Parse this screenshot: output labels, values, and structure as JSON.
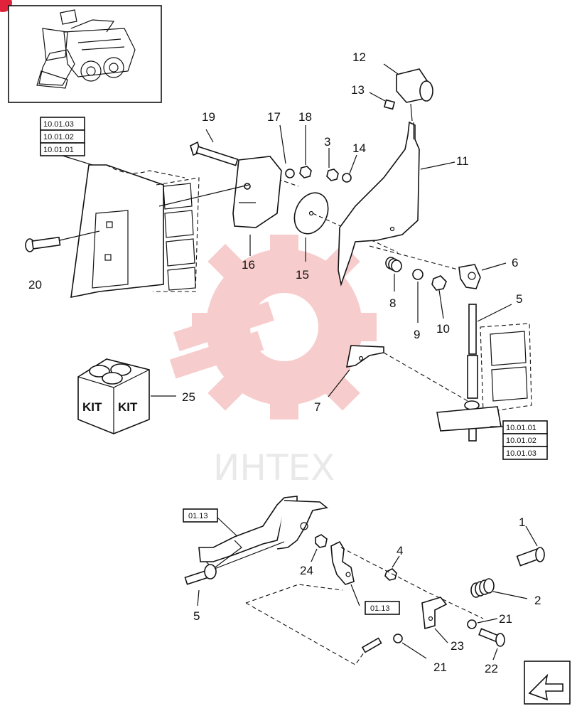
{
  "callouts": {
    "c1": "1",
    "c2": "2",
    "c3": "3",
    "c4": "4",
    "c5a": "5",
    "c5b": "5",
    "c6": "6",
    "c7": "7",
    "c8": "8",
    "c9": "9",
    "c10": "10",
    "c11": "11",
    "c12": "12",
    "c13": "13",
    "c14": "14",
    "c15": "15",
    "c16": "16",
    "c17": "17",
    "c18": "18",
    "c19": "19",
    "c20": "20",
    "c21a": "21",
    "c21b": "21",
    "c22": "22",
    "c23": "23",
    "c24": "24",
    "c25": "25"
  },
  "ref_boxes": {
    "left_stack": [
      "10.01.03",
      "10.01.02",
      "10.01.01"
    ],
    "right_stack": [
      "10.01.01",
      "10.01.02",
      "10.01.03"
    ],
    "lower_top": "01.13",
    "lower_bottom": "01.13"
  },
  "kit": {
    "label_left": "KIT",
    "label_right": "KIT"
  },
  "watermark": {
    "text": "ИНТЕХ",
    "color": "#f2a3a3"
  },
  "colors": {
    "line": "#111111",
    "corner_badge": "#e0233a"
  }
}
